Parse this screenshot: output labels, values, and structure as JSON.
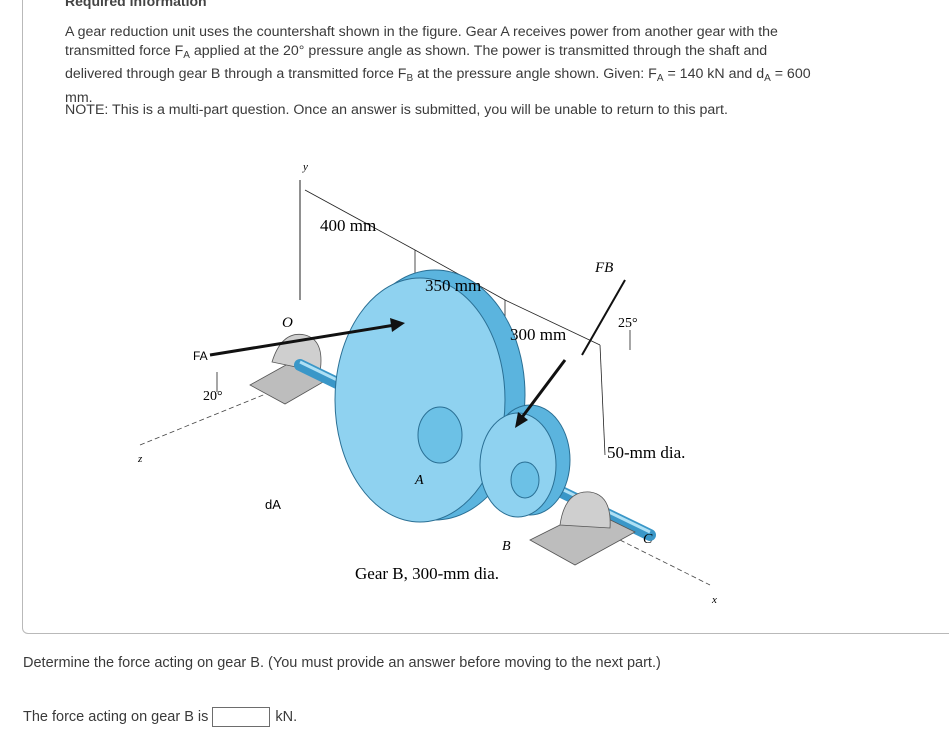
{
  "header": {
    "title": "Required information"
  },
  "prompt": {
    "line1": "A gear reduction unit uses the countershaft shown in the figure. Gear A receives power from another gear with the",
    "line2a": "transmitted force F",
    "line2b": "A",
    "line2c": " applied at the 20° pressure angle as shown. The power is transmitted through the shaft and",
    "line3a": "delivered through gear B through a transmitted force F",
    "line3b": "B",
    "line3c": " at the pressure angle shown. Given: F",
    "line3d": "A",
    "line3e": " = 140 kN and d",
    "line3f": "A",
    "line3g": " = 600",
    "line4": "mm.",
    "note": "NOTE: This is a multi-part question. Once an answer is submitted, you will be unable to return to this part."
  },
  "figure": {
    "labels": {
      "y_axis": "y",
      "z_axis": "z",
      "x_axis": "x",
      "origin": "O",
      "dim_400": "400 mm",
      "dim_350": "350 mm",
      "dim_300": "300 mm",
      "fa": "FA",
      "fb": "FB",
      "angle_20": "20°",
      "angle_25": "25°",
      "shaft_dia": "50-mm dia.",
      "da": "dA",
      "gear_a": "A",
      "gear_b": "B",
      "gear_b_caption": "Gear B, 300-mm dia.",
      "point_c": "C"
    },
    "colors": {
      "gear": "#8fd2f0",
      "gear_dark": "#5bb4de",
      "bearing": "#c9c9c9"
    }
  },
  "question": {
    "text": "Determine the force acting on gear B. (You must provide an answer before moving to the next part.)"
  },
  "answer": {
    "label": "The force acting on gear B is",
    "value": "",
    "unit": "kN."
  }
}
